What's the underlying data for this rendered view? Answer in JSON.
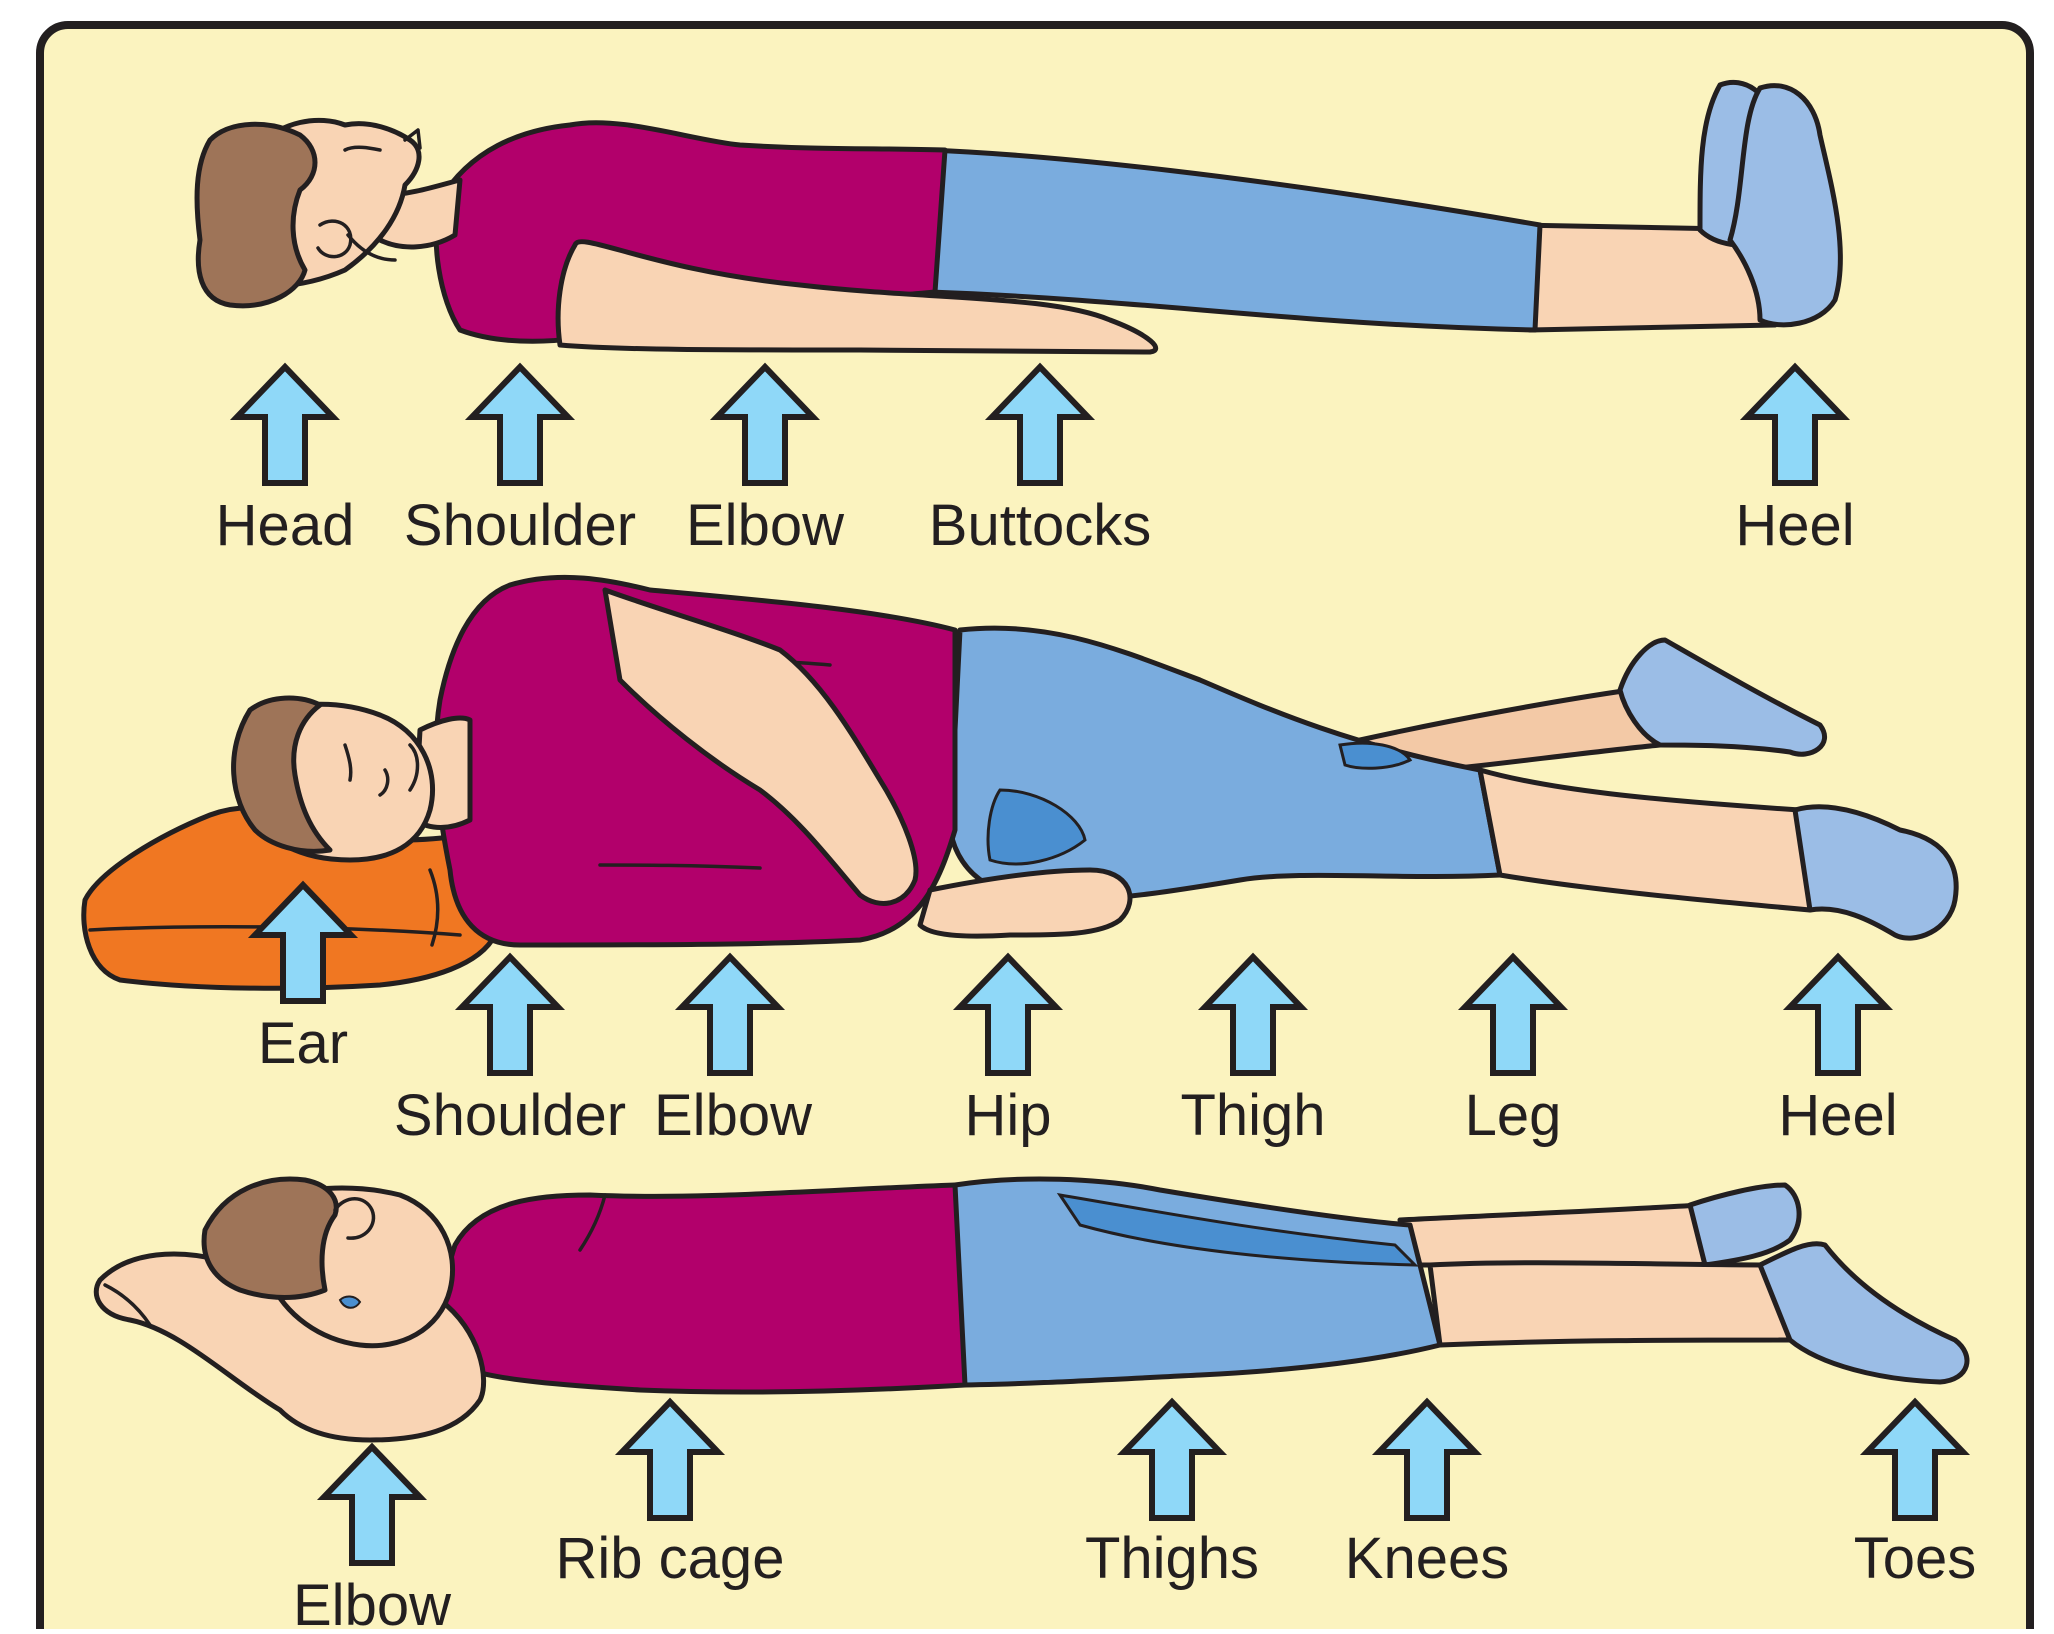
{
  "colors": {
    "panel_bg": "#fbf3bf",
    "panel_border": "#231f20",
    "shirt": "#b2006b",
    "pants": "#7aacde",
    "pants_shadow": "#4a8fd0",
    "skin": "#f9d4b4",
    "hair": "#9e7458",
    "sock": "#9bbde6",
    "pillow": "#f07722",
    "arrow_fill": "#8fd8f8",
    "label_text": "#231f20"
  },
  "panels": {
    "supine": {
      "labels": [
        "Head",
        "Shoulder",
        "Elbow",
        "Buttocks",
        "Heel"
      ]
    },
    "side_lying": {
      "labels": [
        "Ear",
        "Shoulder",
        "Elbow",
        "Hip",
        "Thigh",
        "Leg",
        "Heel"
      ]
    },
    "prone": {
      "labels": [
        "Elbow",
        "Rib cage",
        "Thighs",
        "Knees",
        "Toes"
      ]
    }
  }
}
